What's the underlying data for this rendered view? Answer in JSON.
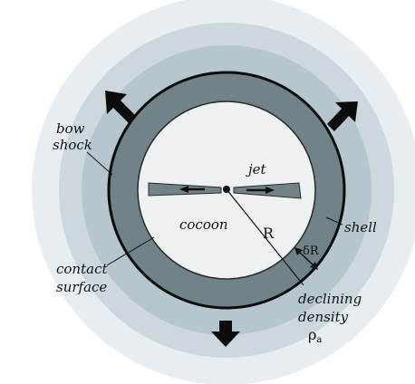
{
  "diagram": {
    "labels": {
      "bow_shock": [
        "bow",
        "shock"
      ],
      "jet": "jet",
      "cocoon": "cocoon",
      "radius": "R",
      "shell": "shell",
      "shell_thickness": "δR",
      "contact_surface": [
        "contact",
        "surface"
      ],
      "declining_density": [
        "declining",
        "density"
      ],
      "ambient_density": "ρ",
      "ambient_density_subscript": "a"
    },
    "colors": {
      "ambient_outer": "#e7edf1",
      "ambient_mid": "#ccd8de",
      "ambient_inner": "#b6c6ce",
      "shell": "#6f8388",
      "cocoon": "#eef1f1",
      "jet": "#6f8388",
      "outline": "#0c0c0c"
    },
    "arrows": [
      "upper-left-arrow-icon",
      "upper-right-arrow-icon",
      "down-arrow-icon"
    ]
  }
}
